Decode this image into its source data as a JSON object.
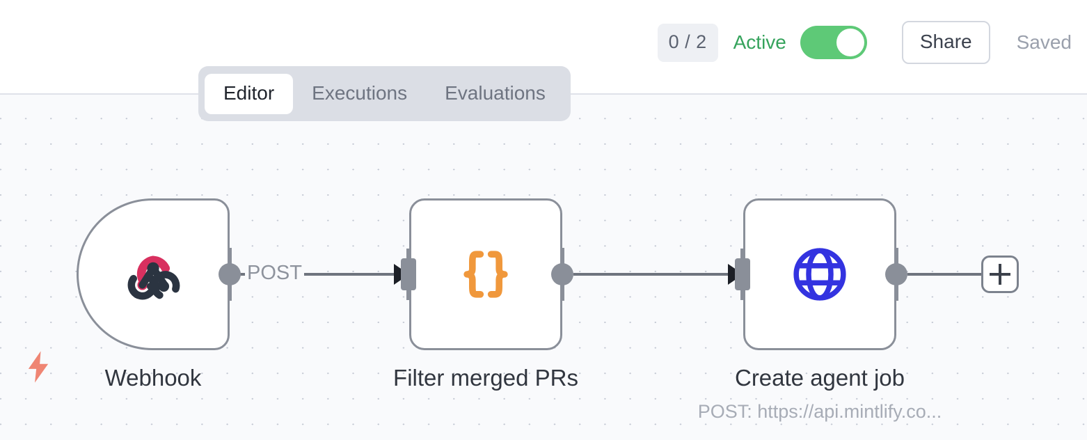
{
  "header": {
    "run_count_badge": "0 / 2",
    "status_label": "Active",
    "toggle_state": "on",
    "share_label": "Share",
    "saved_label": "Saved",
    "active_color": "#35a35c",
    "toggle_on_color": "#5ec977"
  },
  "tabs": {
    "items": [
      {
        "label": "Editor",
        "active": true
      },
      {
        "label": "Executions",
        "active": false
      },
      {
        "label": "Evaluations",
        "active": false
      }
    ]
  },
  "canvas": {
    "background_color": "#f9fafc",
    "dot_color": "#c2c7d2",
    "trigger_bolt_color": "#ef8573"
  },
  "flow": {
    "nodes": [
      {
        "id": "webhook",
        "label": "Webhook",
        "sublabel": "",
        "icon": "webhook-icon",
        "icon_colors": [
          "#d8305f",
          "#2b3441"
        ],
        "shape": "trigger"
      },
      {
        "id": "filter",
        "label": "Filter merged PRs",
        "sublabel": "",
        "icon": "code-braces-icon",
        "icon_colors": [
          "#f0983c"
        ],
        "shape": "standard"
      },
      {
        "id": "http",
        "label": "Create agent job",
        "sublabel": "POST: https://api.mintlify.co...",
        "icon": "globe-icon",
        "icon_colors": [
          "#3333e0"
        ],
        "shape": "standard"
      }
    ],
    "edges": [
      {
        "from": "webhook",
        "to": "filter",
        "label": "POST"
      },
      {
        "from": "filter",
        "to": "http",
        "label": ""
      }
    ],
    "add_node_button": "+"
  }
}
